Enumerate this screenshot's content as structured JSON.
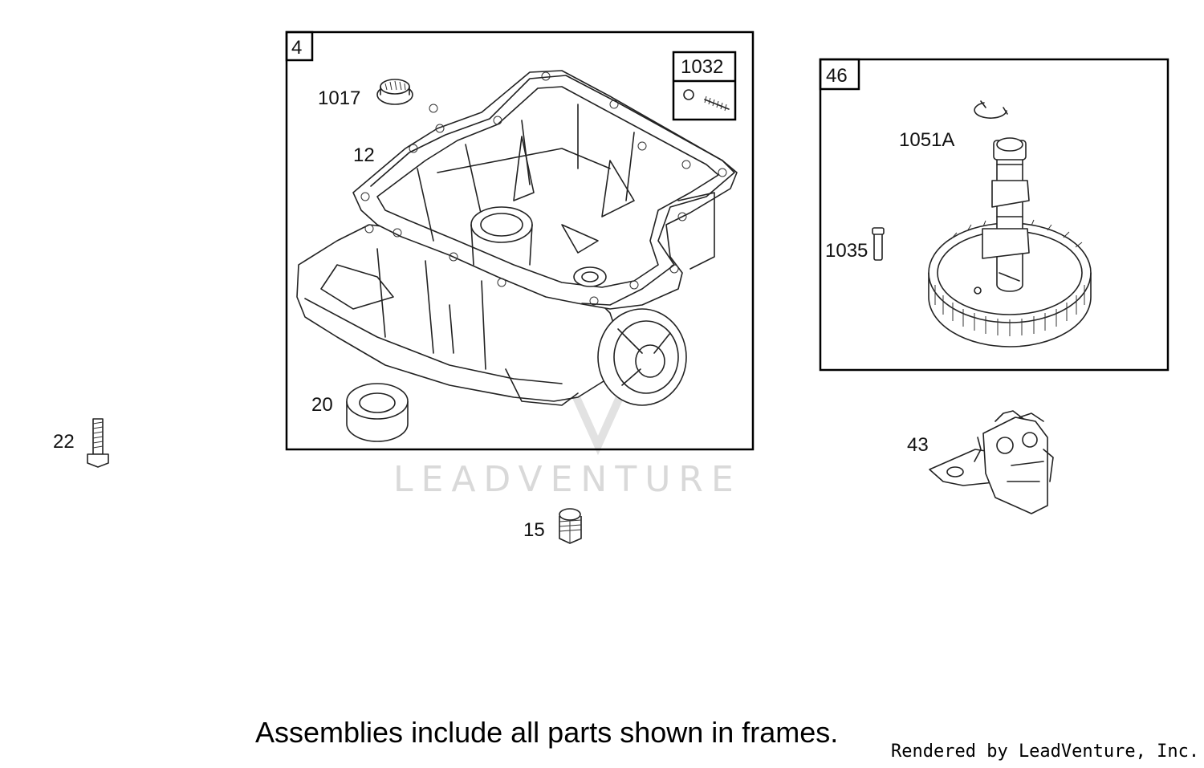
{
  "watermark": "LEADVENTURE",
  "caption": "Assemblies include all parts shown in frames.",
  "credit": "Rendered by LeadVenture, Inc.",
  "frames": [
    {
      "id": "4"
    },
    {
      "id": "1032"
    },
    {
      "id": "46"
    }
  ],
  "parts": [
    {
      "label": "1017",
      "icon": "breather-cap-icon"
    },
    {
      "label": "12",
      "icon": "gasket-icon"
    },
    {
      "label": "20",
      "icon": "oil-seal-icon"
    },
    {
      "label": "1051A",
      "icon": "retaining-ring-icon"
    },
    {
      "label": "1035",
      "icon": "compression-release-pin-icon"
    },
    {
      "label": "22",
      "icon": "bolt-icon"
    },
    {
      "label": "43",
      "icon": "governor-assembly-icon"
    },
    {
      "label": "15",
      "icon": "plug-icon"
    }
  ]
}
